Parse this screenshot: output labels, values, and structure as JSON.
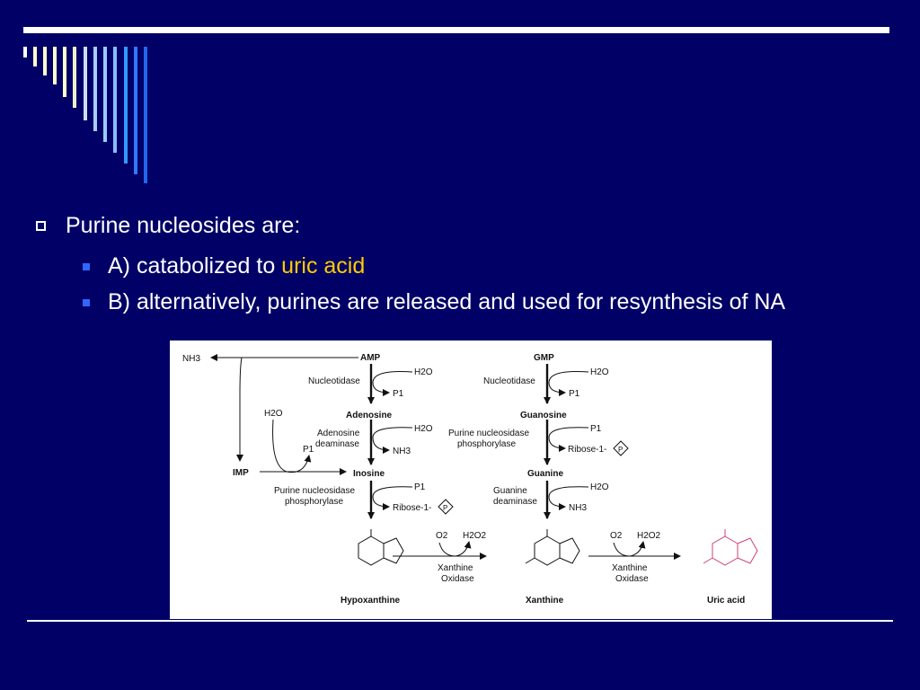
{
  "slide": {
    "bullet": "Purine nucleosides are:",
    "sub_a_prefix": "A) catabolized to ",
    "sub_a_highlight": "uric acid",
    "sub_b": "B) alternatively, purines are released and used for resynthesis of NA"
  },
  "colors": {
    "background": "#000066",
    "highlight": "#ffcc00",
    "sub_bullet": "#3366ff",
    "uric_acid": "#d0407a"
  },
  "diagram": {
    "amp": "AMP",
    "gmp": "GMP",
    "nh3": "NH3",
    "imp": "IMP",
    "adenosine": "Adenosine",
    "guanosine": "Guanosine",
    "inosine": "Inosine",
    "guanine": "Guanine",
    "hypoxanthine": "Hypoxanthine",
    "xanthine": "Xanthine",
    "uric_acid": "Uric acid",
    "nucleotidase": "Nucleotidase",
    "adenosine_deaminase_1": "Adenosine",
    "adenosine_deaminase_2": "deaminase",
    "pnp_1": "Purine nucleosidase",
    "pnp_2": "phosphorylase",
    "guanine_deaminase_1": "Guanine",
    "guanine_deaminase_2": "deaminase",
    "xo_1": "Xanthine",
    "xo_2": "Oxidase",
    "h2o": "H2O",
    "pi": "P1",
    "o2": "O2",
    "h2o2": "H2O2",
    "ribose_1p": "Ribose-1-",
    "p": "P"
  }
}
